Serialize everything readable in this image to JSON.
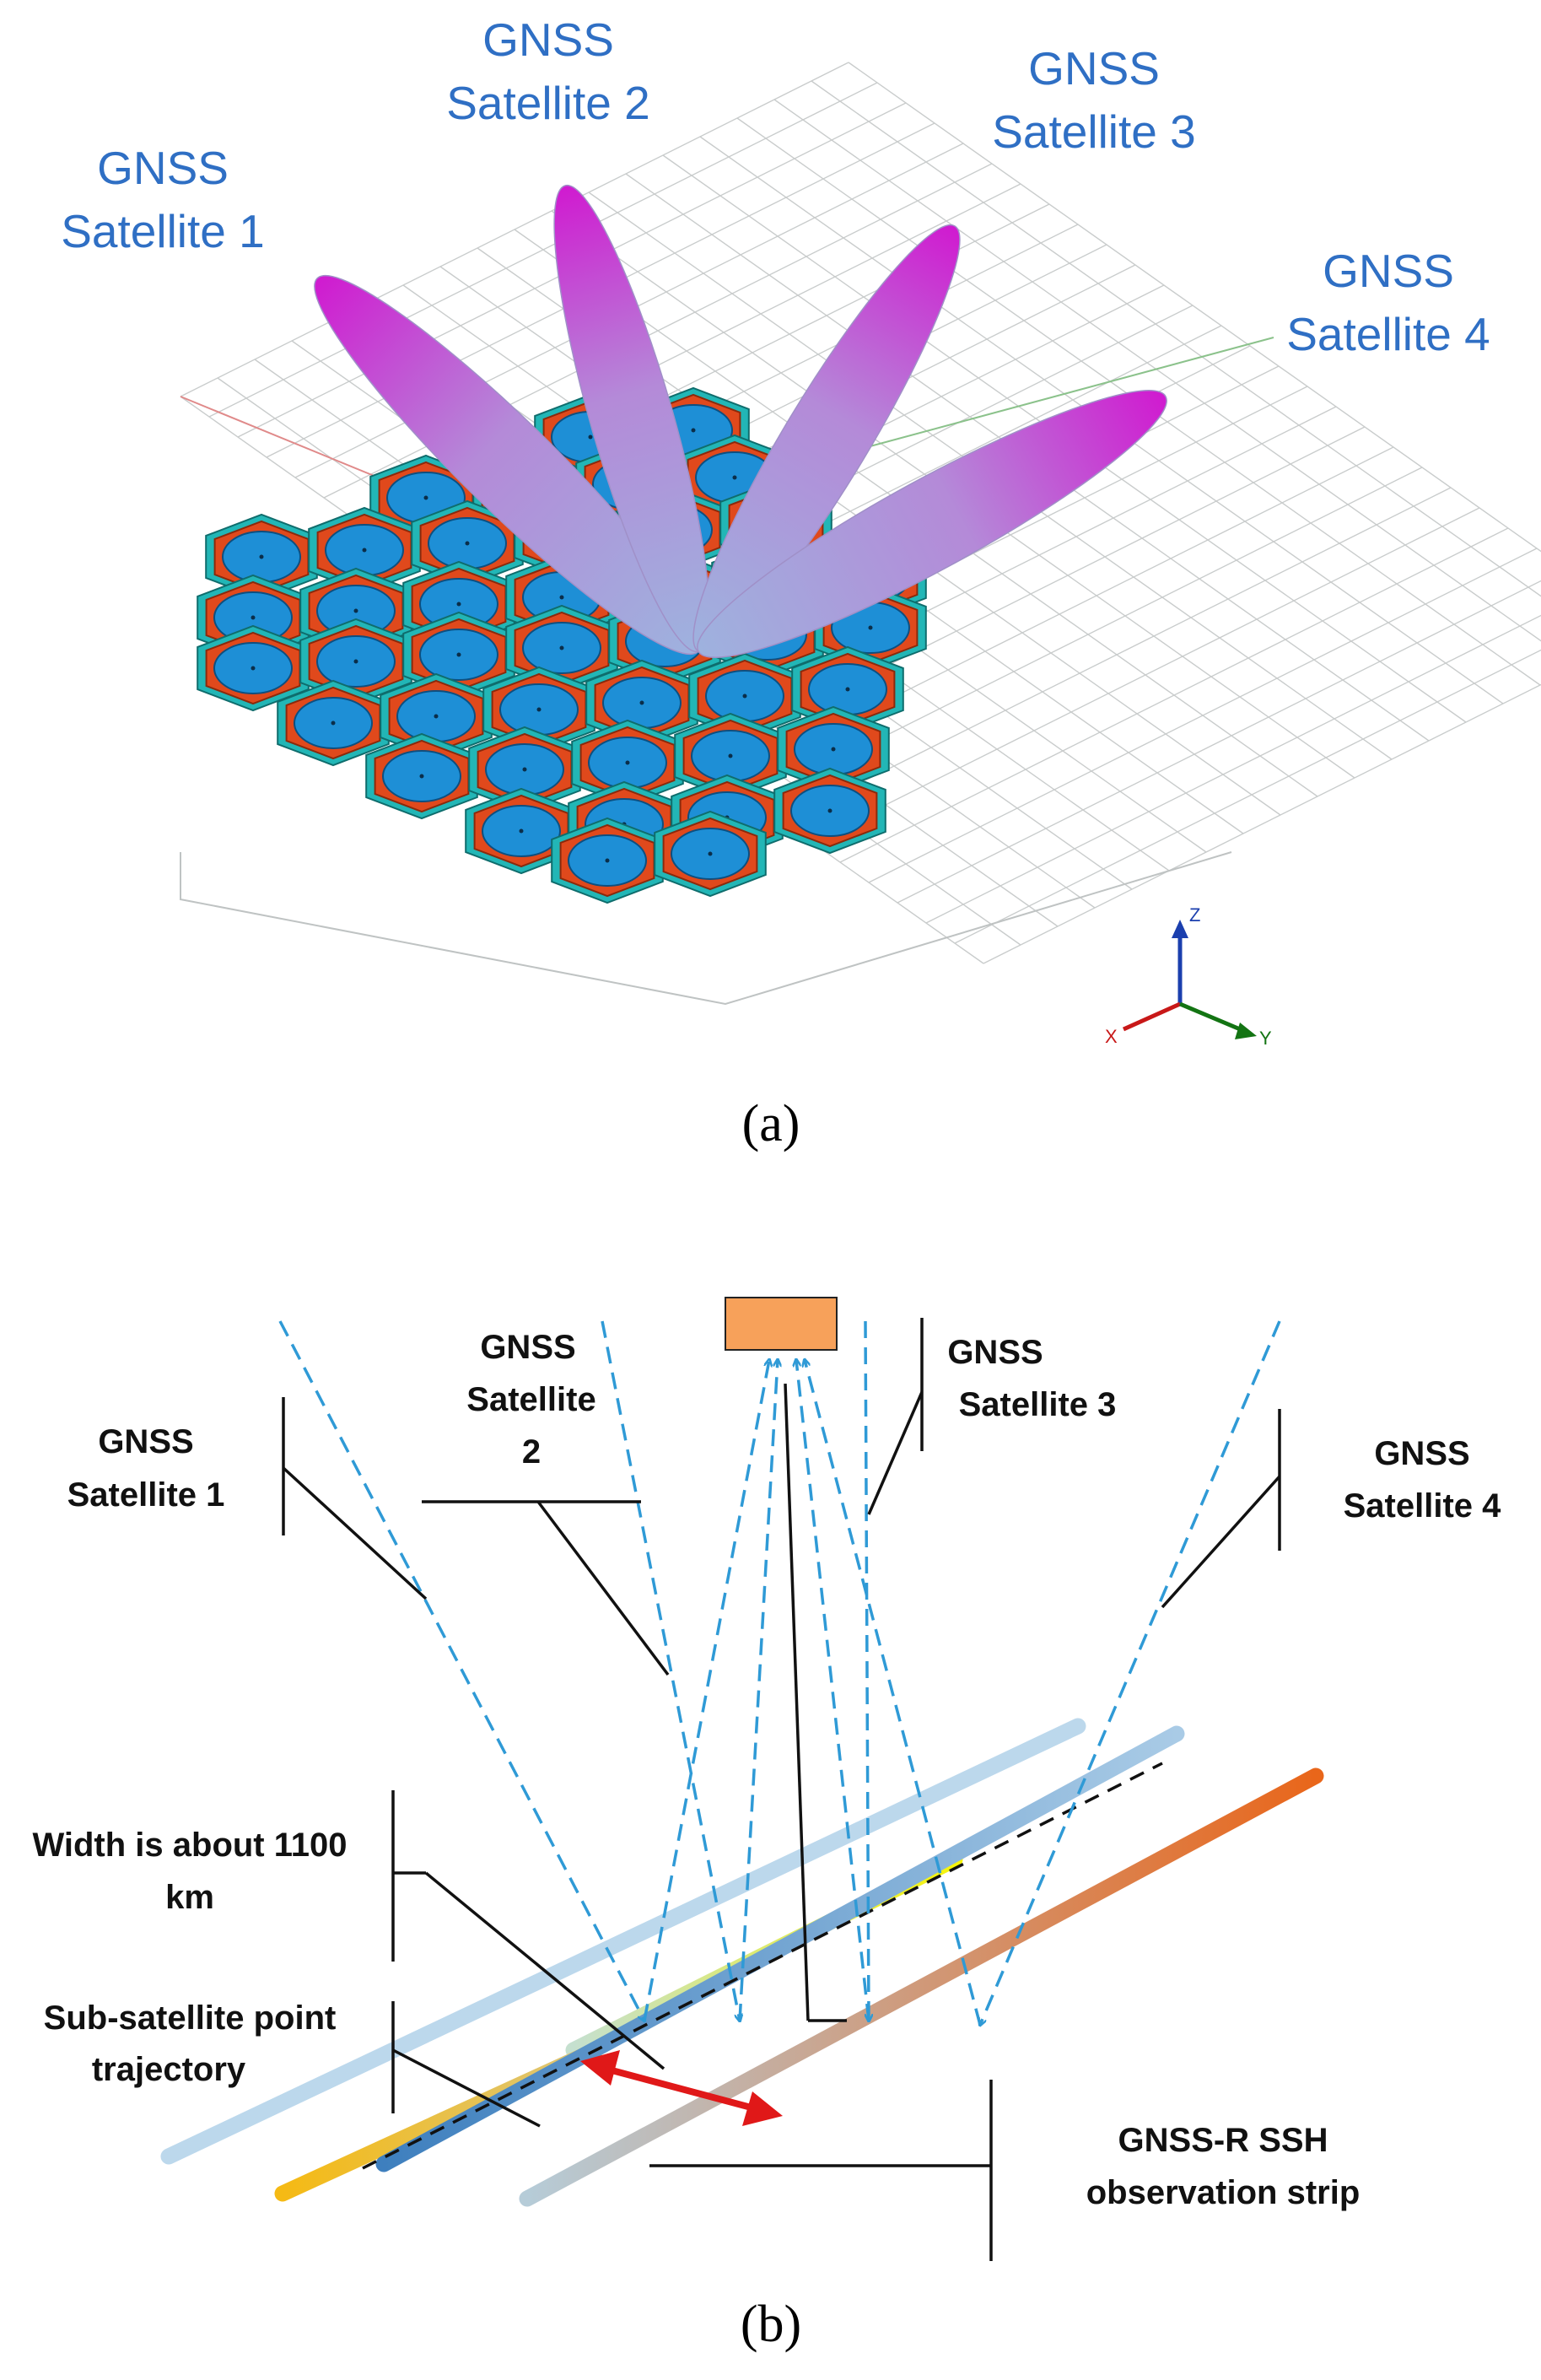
{
  "panel_a": {
    "label": "(a)",
    "satellites": [
      {
        "line1": "GNSS",
        "line2": "Satellite 1"
      },
      {
        "line1": "GNSS",
        "line2": "Satellite 2"
      },
      {
        "line1": "GNSS",
        "line2": "Satellite 3"
      },
      {
        "line1": "GNSS",
        "line2": "Satellite 4"
      }
    ],
    "axes": {
      "z": "Z",
      "x": "X",
      "y": "Y"
    }
  },
  "panel_b": {
    "label": "(b)",
    "satellites": [
      {
        "line1": "GNSS",
        "line2": "Satellite  1"
      },
      {
        "line1": "GNSS",
        "line2": "Satellite",
        "line3": "2"
      },
      {
        "line1": "GNSS",
        "line2": "Satellite 3"
      },
      {
        "line1": "GNSS",
        "line2": "Satellite 4"
      }
    ],
    "width_label": {
      "line1": "Width is about 1100",
      "line2": "km"
    },
    "trajectory_label": {
      "line1": "Sub-satellite point",
      "line2": "trajectory"
    },
    "strip_label": {
      "line1": "GNSS-R  SSH",
      "line2": "observation strip"
    }
  },
  "colors": {
    "sat_text": "#2f6fc4",
    "beam": "#9aa8dc",
    "beam_root": "#d21ad2",
    "patch_blue": "#1e8fd6",
    "patch_ring": "#e0491c",
    "patch_edge": "#22b6b6",
    "dashed_ray": "#2f9ad6",
    "receiver": "#f7a15a",
    "red_arrow": "#e01818"
  }
}
